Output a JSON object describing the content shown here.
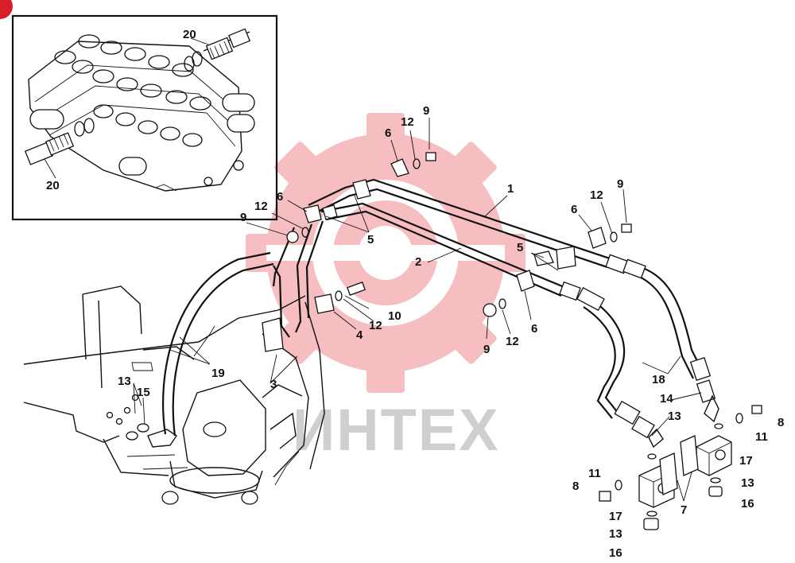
{
  "watermark": {
    "text": "ИНТЕХ",
    "gear_color": "#e8474f"
  },
  "page_marker": {
    "color": "#d81e28"
  },
  "callouts": {
    "c1": "1",
    "c2": "2",
    "c3": "3",
    "c4": "4",
    "c5a": "5",
    "c5b": "5",
    "c6a": "6",
    "c6b": "6",
    "c6c": "6",
    "c6d": "6",
    "c7": "7",
    "c8a": "8",
    "c8b": "8",
    "c9a": "9",
    "c9b": "9",
    "c9c": "9",
    "c9d": "9",
    "c10": "10",
    "c11a": "11",
    "c11b": "11",
    "c12a": "12",
    "c12b": "12",
    "c12c": "12",
    "c12d": "12",
    "c12e": "12",
    "c13a": "13",
    "c13b": "13",
    "c13c": "13",
    "c13d": "13",
    "c14": "14",
    "c15": "15",
    "c16a": "16",
    "c16b": "16",
    "c17a": "17",
    "c17b": "17",
    "c18": "18",
    "c19": "19",
    "c20a": "20",
    "c20b": "20"
  }
}
